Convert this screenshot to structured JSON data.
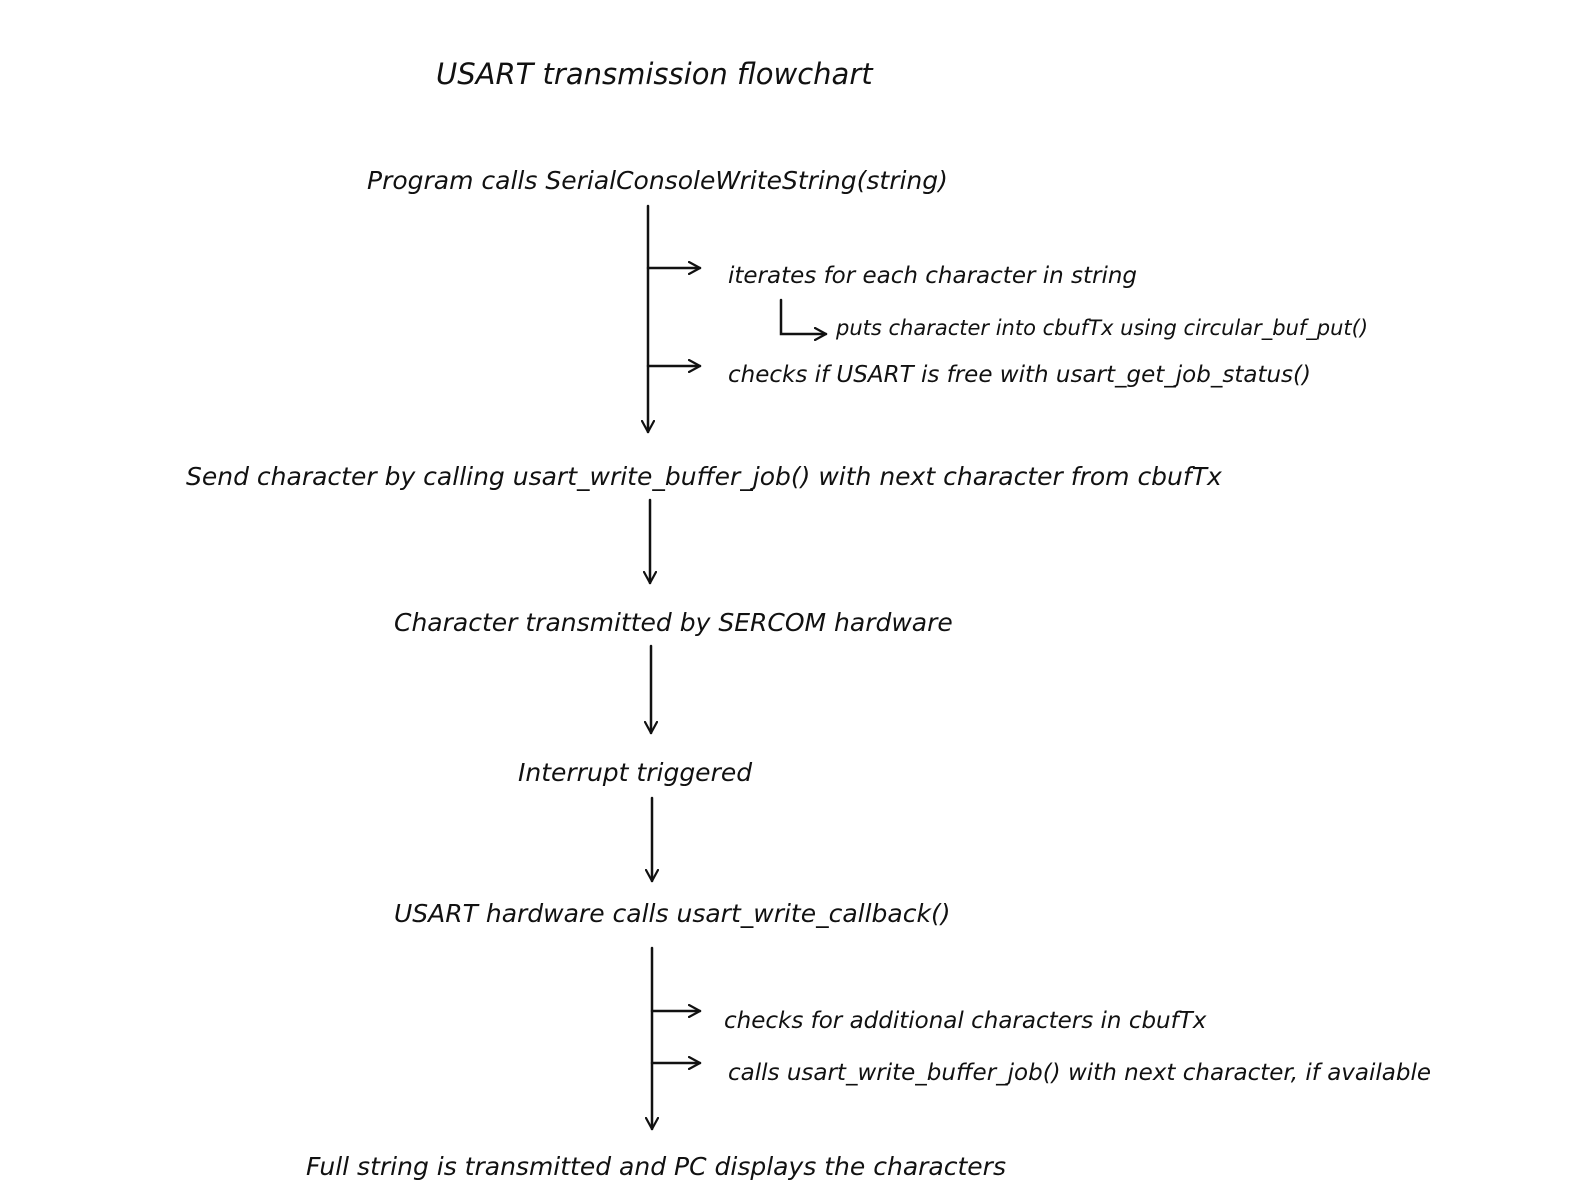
{
  "title": "USART transmission flowchart",
  "nodes": [
    {
      "id": "program-calls",
      "text": "Program calls SerialConsoleWriteString(string)"
    },
    {
      "id": "send-character",
      "text": "Send character by calling usart_write_buffer_job() with next character from cbufTx"
    },
    {
      "id": "character-transmitted",
      "text": "Character transmitted by SERCOM hardware"
    },
    {
      "id": "interrupt-triggered",
      "text": "Interrupt triggered"
    },
    {
      "id": "usart-callback",
      "text": "USART hardware calls usart_write_callback()"
    },
    {
      "id": "full-string",
      "text": "Full string is transmitted and PC displays the characters"
    }
  ],
  "branches": {
    "write_string": [
      "iterates for each character in string",
      "checks if USART is free with usart_get_job_status()"
    ],
    "write_string_sub": "puts character into cbufTx using circular_buf_put()",
    "callback": [
      "checks for additional characters in cbufTx",
      "calls usart_write_buffer_job() with next character, if available"
    ]
  },
  "ink_color": "#111111"
}
